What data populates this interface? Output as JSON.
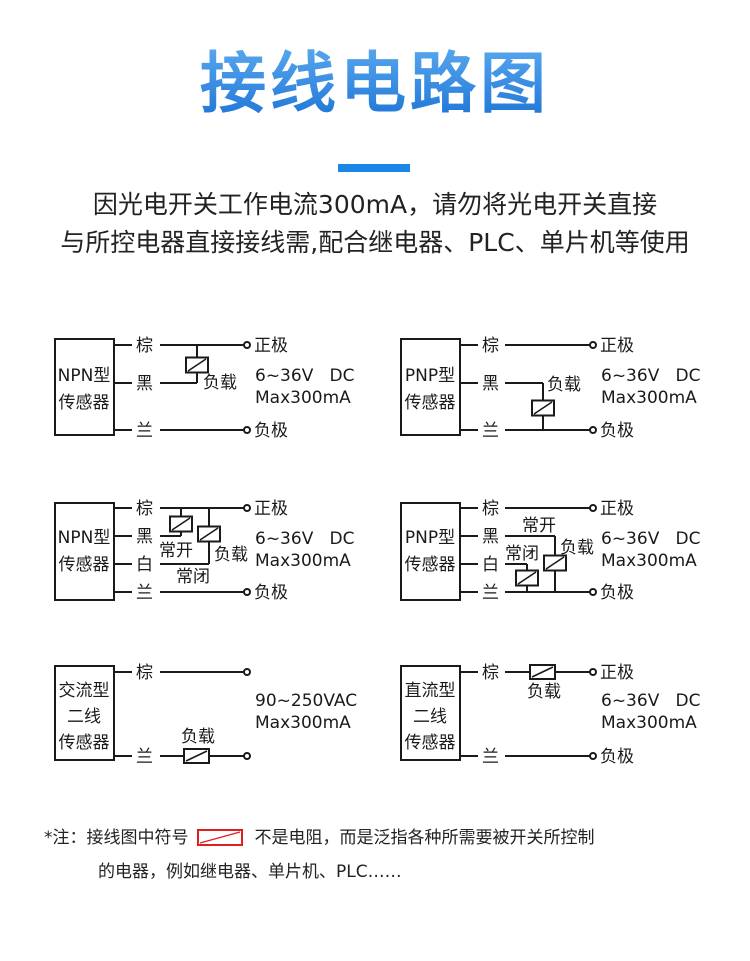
{
  "header": {
    "title": "接线电路图",
    "intro_line1": "因光电开关工作电流300mA，请勿将光电开关直接",
    "intro_line2": "与所控电器直接接线需,配合继电器、PLC、单片机等使用"
  },
  "colors": {
    "title_accent": "#1a86e8",
    "legend_symbol": "#e02020",
    "wire": "#1a1a1a"
  },
  "wire_labels": {
    "brown": "棕",
    "black": "黑",
    "white": "白",
    "blue": "兰"
  },
  "terminals": {
    "positive": "正极",
    "negative": "负极"
  },
  "component_labels": {
    "load": "负载",
    "normally_open": "常开",
    "normally_closed": "常闭"
  },
  "diagrams": [
    {
      "id": "npn-3wire",
      "box_line1": "NPN型",
      "box_line2": "传感器",
      "spec1": "6~36V   DC",
      "spec2": "Max300mA"
    },
    {
      "id": "pnp-3wire",
      "box_line1": "PNP型",
      "box_line2": "传感器",
      "spec1": "6~36V   DC",
      "spec2": "Max300mA"
    },
    {
      "id": "npn-4wire",
      "box_line1": "NPN型",
      "box_line2": "传感器",
      "spec1": "6~36V   DC",
      "spec2": "Max300mA"
    },
    {
      "id": "pnp-4wire",
      "box_line1": "PNP型",
      "box_line2": "传感器",
      "spec1": "6~36V   DC",
      "spec2": "Max300mA"
    },
    {
      "id": "ac-2wire",
      "box_line1": "交流型",
      "box_line2": "二线",
      "box_line3": "传感器",
      "spec1": "90~250VAC",
      "spec2": "Max300mA"
    },
    {
      "id": "dc-2wire",
      "box_line1": "直流型",
      "box_line2": "二线",
      "box_line3": "传感器",
      "spec1": "6~36V   DC",
      "spec2": "Max300mA"
    }
  ],
  "note": {
    "prefix": "*注：接线图中符号",
    "suffix": "不是电阻，而是泛指各种所需要被开关所控制",
    "line2": "的电器，例如继电器、单片机、PLC……",
    "symbol_icon": "load-symbol-icon"
  }
}
